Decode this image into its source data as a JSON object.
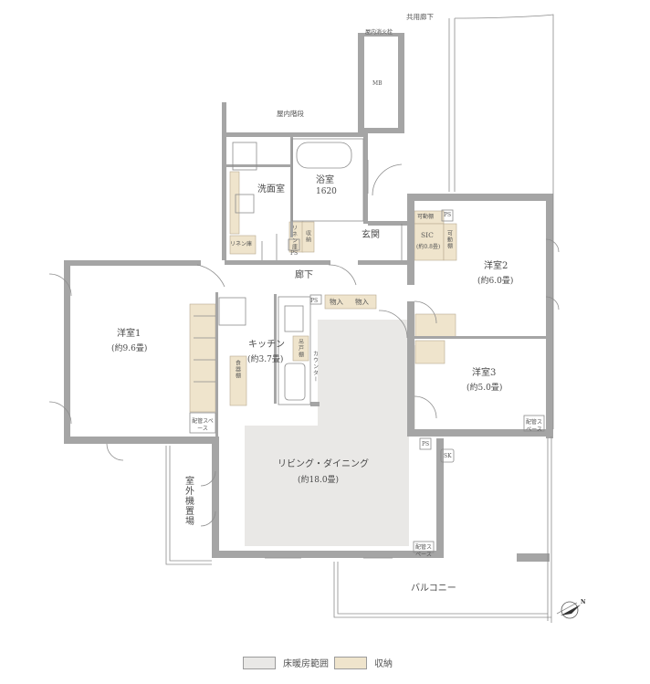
{
  "labels": {
    "common_corridor": "共用廊下",
    "indoor_stairs": "屋内階段",
    "mb": "MB",
    "meter_box_tag": "屋内消火栓",
    "washroom": "洗面室",
    "bathroom": "浴室",
    "bath_size": "1620",
    "entrance": "玄関",
    "linen_shelf": "リネン庫",
    "linen_small": "リネン庫",
    "shelf_small": "収納",
    "ps": "PS",
    "hallway": "廊下",
    "storage_a": "物入",
    "storage_b": "物入",
    "movable_shelf": "可動棚",
    "sic": "SIC",
    "sic_size": "(約0.8畳)",
    "movable_shelf_v": "可動棚",
    "room2": "洋室2",
    "room2_size": "(約6.0畳)",
    "room1": "洋室1",
    "room1_size": "(約9.6畳)",
    "kitchen": "キッチン",
    "kitchen_size": "(約3.7畳)",
    "hanging_shelf": "吊戸棚",
    "counter": "カウンター",
    "pantry": "食器棚",
    "room3": "洋室3",
    "room3_size": "(約5.0畳)",
    "piping_space_1": "配管スペース",
    "piping_space_2": "配管スペース",
    "piping_space_3": "配管スペース",
    "living_dining": "リビング・ダイニング",
    "living_size": "(約18.0畳)",
    "outdoor_unit": "室外機置場",
    "sk": "SK",
    "balcony": "バルコニー",
    "north": "N"
  },
  "legend": [
    {
      "label": "床暖房範囲",
      "color": "#e9e8e6"
    },
    {
      "label": "収納",
      "color": "#efe4cc"
    }
  ],
  "colors": {
    "wall": "#a5a5a5",
    "floor_heating": "#e9e8e6",
    "storage": "#efe4cc",
    "line": "#8c8c8c"
  }
}
